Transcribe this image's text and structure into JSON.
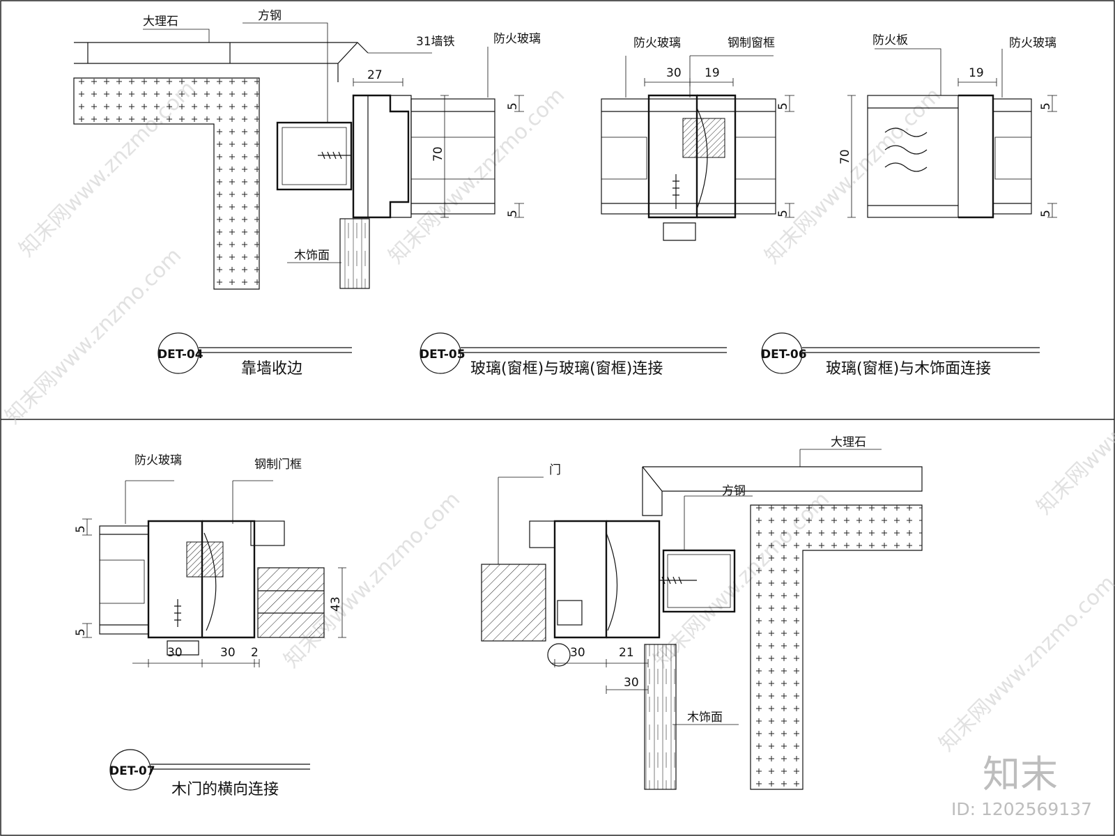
{
  "labels": {
    "marble_1": "大理石",
    "square_steel_1": "方钢",
    "wall_trim_31": "31墙铁",
    "fire_glass_1": "防火玻璃",
    "wood_finish_1": "木饰面",
    "fire_glass_2": "防火玻璃",
    "steel_window_frame": "钢制窗框",
    "fire_board": "防火板",
    "fire_glass_3": "防火玻璃",
    "fire_glass_4": "防火玻璃",
    "steel_door_frame": "钢制门框",
    "door": "门",
    "marble_2": "大理石",
    "square_steel_2": "方钢",
    "wood_finish_2": "木饰面"
  },
  "dimensions": {
    "d04_27": "27",
    "d04_5a": "5",
    "d04_70": "70",
    "d04_5b": "5",
    "d05_30": "30",
    "d05_19": "19",
    "d05_5a": "5",
    "d05_5b": "5",
    "d06_19": "19",
    "d06_70": "70",
    "d06_5a": "5",
    "d06_5b": "5",
    "d07_5a": "5",
    "d07_5b": "5",
    "d07_43": "43",
    "d07_30a": "30",
    "d07_30b": "30",
    "d07_2": "2",
    "d08_30a": "30",
    "d08_21": "21",
    "d08_30b": "30"
  },
  "details": [
    {
      "tag": "DET-04",
      "title": "靠墙收边"
    },
    {
      "tag": "DET-05",
      "title": "玻璃(窗框)与玻璃(窗框)连接"
    },
    {
      "tag": "DET-06",
      "title": "玻璃(窗框)与木饰面连接"
    },
    {
      "tag": "DET-07",
      "title": "木门的横向连接"
    }
  ],
  "watermark": {
    "text": "知末网www.znzmo.com",
    "brand": "知末",
    "image_id": "ID: 1202569137"
  }
}
